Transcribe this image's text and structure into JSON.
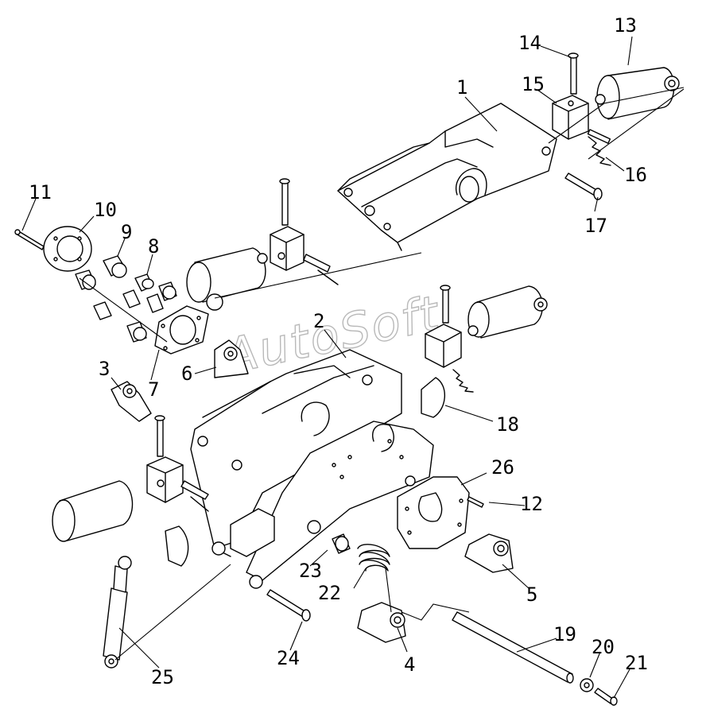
{
  "watermark": "AutoSoft",
  "callouts": [
    {
      "id": "c1",
      "label": "1"
    },
    {
      "id": "c2",
      "label": "2"
    },
    {
      "id": "c3",
      "label": "3"
    },
    {
      "id": "c4",
      "label": "4"
    },
    {
      "id": "c5",
      "label": "5"
    },
    {
      "id": "c6",
      "label": "6"
    },
    {
      "id": "c7",
      "label": "7"
    },
    {
      "id": "c8",
      "label": "8"
    },
    {
      "id": "c9",
      "label": "9"
    },
    {
      "id": "c10",
      "label": "10"
    },
    {
      "id": "c11",
      "label": "11"
    },
    {
      "id": "c12",
      "label": "12"
    },
    {
      "id": "c13",
      "label": "13"
    },
    {
      "id": "c14",
      "label": "14"
    },
    {
      "id": "c15",
      "label": "15"
    },
    {
      "id": "c16",
      "label": "16"
    },
    {
      "id": "c17",
      "label": "17"
    },
    {
      "id": "c18",
      "label": "18"
    },
    {
      "id": "c19",
      "label": "19"
    },
    {
      "id": "c20",
      "label": "20"
    },
    {
      "id": "c21",
      "label": "21"
    },
    {
      "id": "c22",
      "label": "22"
    },
    {
      "id": "c23",
      "label": "23"
    },
    {
      "id": "c24",
      "label": "24"
    },
    {
      "id": "c25",
      "label": "25"
    },
    {
      "id": "c26",
      "label": "26"
    }
  ]
}
